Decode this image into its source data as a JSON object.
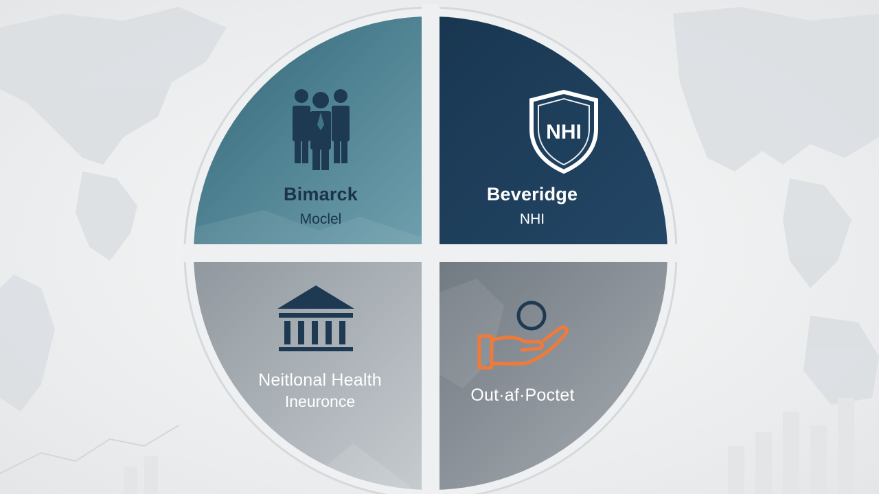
{
  "quadrants": [
    {
      "id": "bismarck",
      "title": "Bimarck",
      "subtitle": "Moclel",
      "icon": "people-group-icon"
    },
    {
      "id": "beveridge",
      "title": "Beveridge",
      "subtitle": "NHI",
      "icon": "shield-icon",
      "icon_text": "NHI"
    },
    {
      "id": "nhi",
      "title": "Neitlonal Health",
      "subtitle": "Ineuronce",
      "icon": "government-building-icon"
    },
    {
      "id": "out-of-pocket",
      "title": "Out·af·Poctet",
      "subtitle": "",
      "icon": "hand-coin-icon"
    }
  ],
  "colors": {
    "q1": "#3f7686",
    "q2": "#1c3c57",
    "q3": "#a3aab0",
    "q4": "#8a9198",
    "icon_dark": "#1e3a52",
    "icon_accent": "#f07a3a",
    "ring": "#d9dcdf"
  }
}
